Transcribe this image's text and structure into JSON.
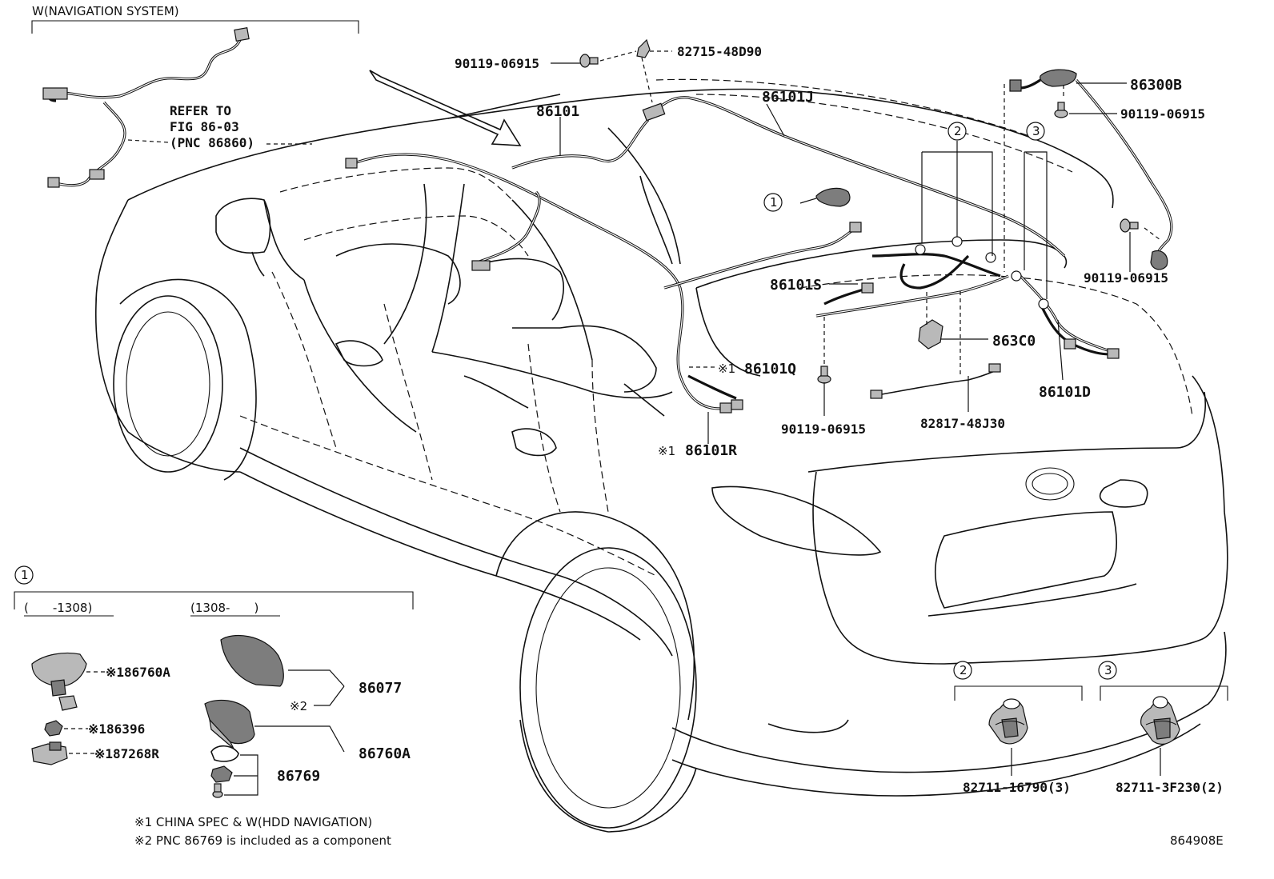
{
  "header": {
    "option_label": "W(NAVIGATION SYSTEM)",
    "refer_line1": "REFER TO",
    "refer_line2": "FIG 86-03",
    "refer_line3": "(PNC 86860)"
  },
  "callouts": {
    "p_90119_top": "90119-06915",
    "p_82715": "82715-48D90",
    "p_86101": "86101",
    "p_86101J": "86101J",
    "p_86300B": "86300B",
    "p_90119_right1": "90119-06915",
    "p_90119_right2": "90119-06915",
    "p_86101S": "86101S",
    "p_863C0": "863C0",
    "p_86101Q": "86101Q",
    "p_86101Q_mark": "※1",
    "p_86101R": "86101R",
    "p_86101R_mark": "※1",
    "p_86101D": "86101D",
    "p_90119_bottom": "90119-06915",
    "p_82817": "82817-48J30",
    "circle_1": "1",
    "circle_2": "2",
    "circle_3": "3"
  },
  "detail1": {
    "circle": "1",
    "range_before": "(　　-1308)",
    "range_after": "(1308-　　)",
    "p_86760A_top": "※186760A",
    "p_86396": "※186396",
    "p_87268R": "※187268R",
    "p_86077": "86077",
    "p_86077_mark": "※2",
    "p_86760A": "86760A",
    "p_86769": "86769"
  },
  "detail2": {
    "circle": "2",
    "part": "82711-16790(3)"
  },
  "detail3": {
    "circle": "3",
    "part": "82711-3F230(2)"
  },
  "notes": {
    "note1": "※1 CHINA SPEC & W(HDD NAVIGATION)",
    "note2": "※2 PNC 86769 is included as a component"
  },
  "illustration_id": "864908E"
}
